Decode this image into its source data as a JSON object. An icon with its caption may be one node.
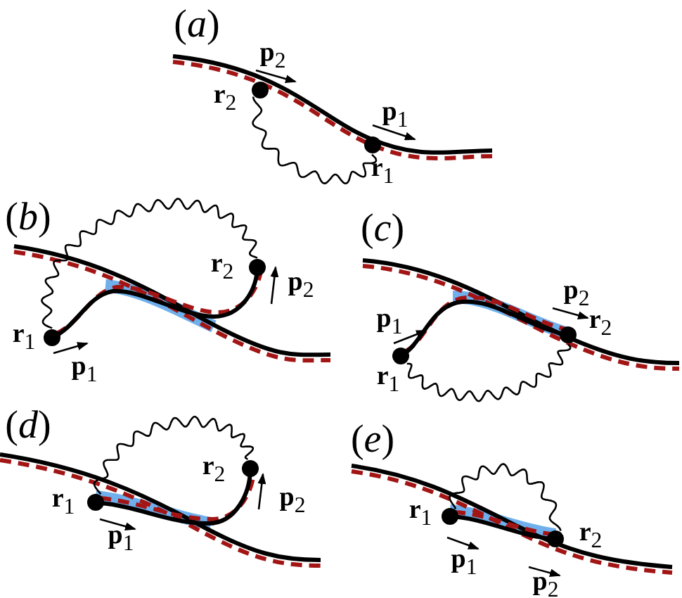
{
  "diagram": {
    "nodes": [
      {
        "text": [],
        "shape": "circle",
        "beside": [
          "**r**$_{2}$"
        ]
      },
      {
        "text": [],
        "shape": "circle",
        "beside": [
          "**r**$_{1}$"
        ]
      },
      {
        "text": [],
        "shape": "circle",
        "beside": [
          "**r**$_{1}$"
        ]
      },
      {
        "text": [],
        "shape": "circle",
        "beside": [
          "**r**$_{2}$"
        ]
      },
      {
        "text": [],
        "shape": "circle",
        "beside": [
          "**r**$_{1}$"
        ]
      },
      {
        "text": [],
        "shape": "circle",
        "beside": [
          "**r**$_{2}$"
        ]
      },
      {
        "text": [],
        "shape": "circle",
        "beside": [
          "**r**$_{1}$"
        ]
      },
      {
        "text": [],
        "shape": "circle",
        "beside": [
          "**r**$_{2}$"
        ]
      },
      {
        "text": [],
        "shape": "circle",
        "beside": [
          "**r**$_{1}$"
        ]
      },
      {
        "text": [],
        "shape": "circle",
        "beside": [
          "**r**$_{2}$"
        ]
      }
    ],
    "edges": [
      {
        "from": 0,
        "to": 1,
        "arrow": "none"
      },
      {
        "from": 2,
        "to": 3,
        "arrow": "none"
      },
      {
        "from": 4,
        "to": 5,
        "arrow": "none"
      },
      {
        "from": 6,
        "to": 7,
        "arrow": "none"
      },
      {
        "from": 8,
        "to": 9,
        "arrow": "none"
      }
    ],
    "labels": [
      "(*a*)",
      "**p**$_{2}$",
      "**p**$_{1}$",
      "(*b*)",
      "**p**$_{2}$",
      "**p**$_{1}$",
      "(*c*)",
      "**p**$_{2}$",
      "**p**$_{1}$",
      "(*d*)",
      "**p**$_{2}$",
      "**p**$_{1}$",
      "(*e*)",
      "**p**$_{1}$",
      "**p**$_{2}$"
    ]
  }
}
